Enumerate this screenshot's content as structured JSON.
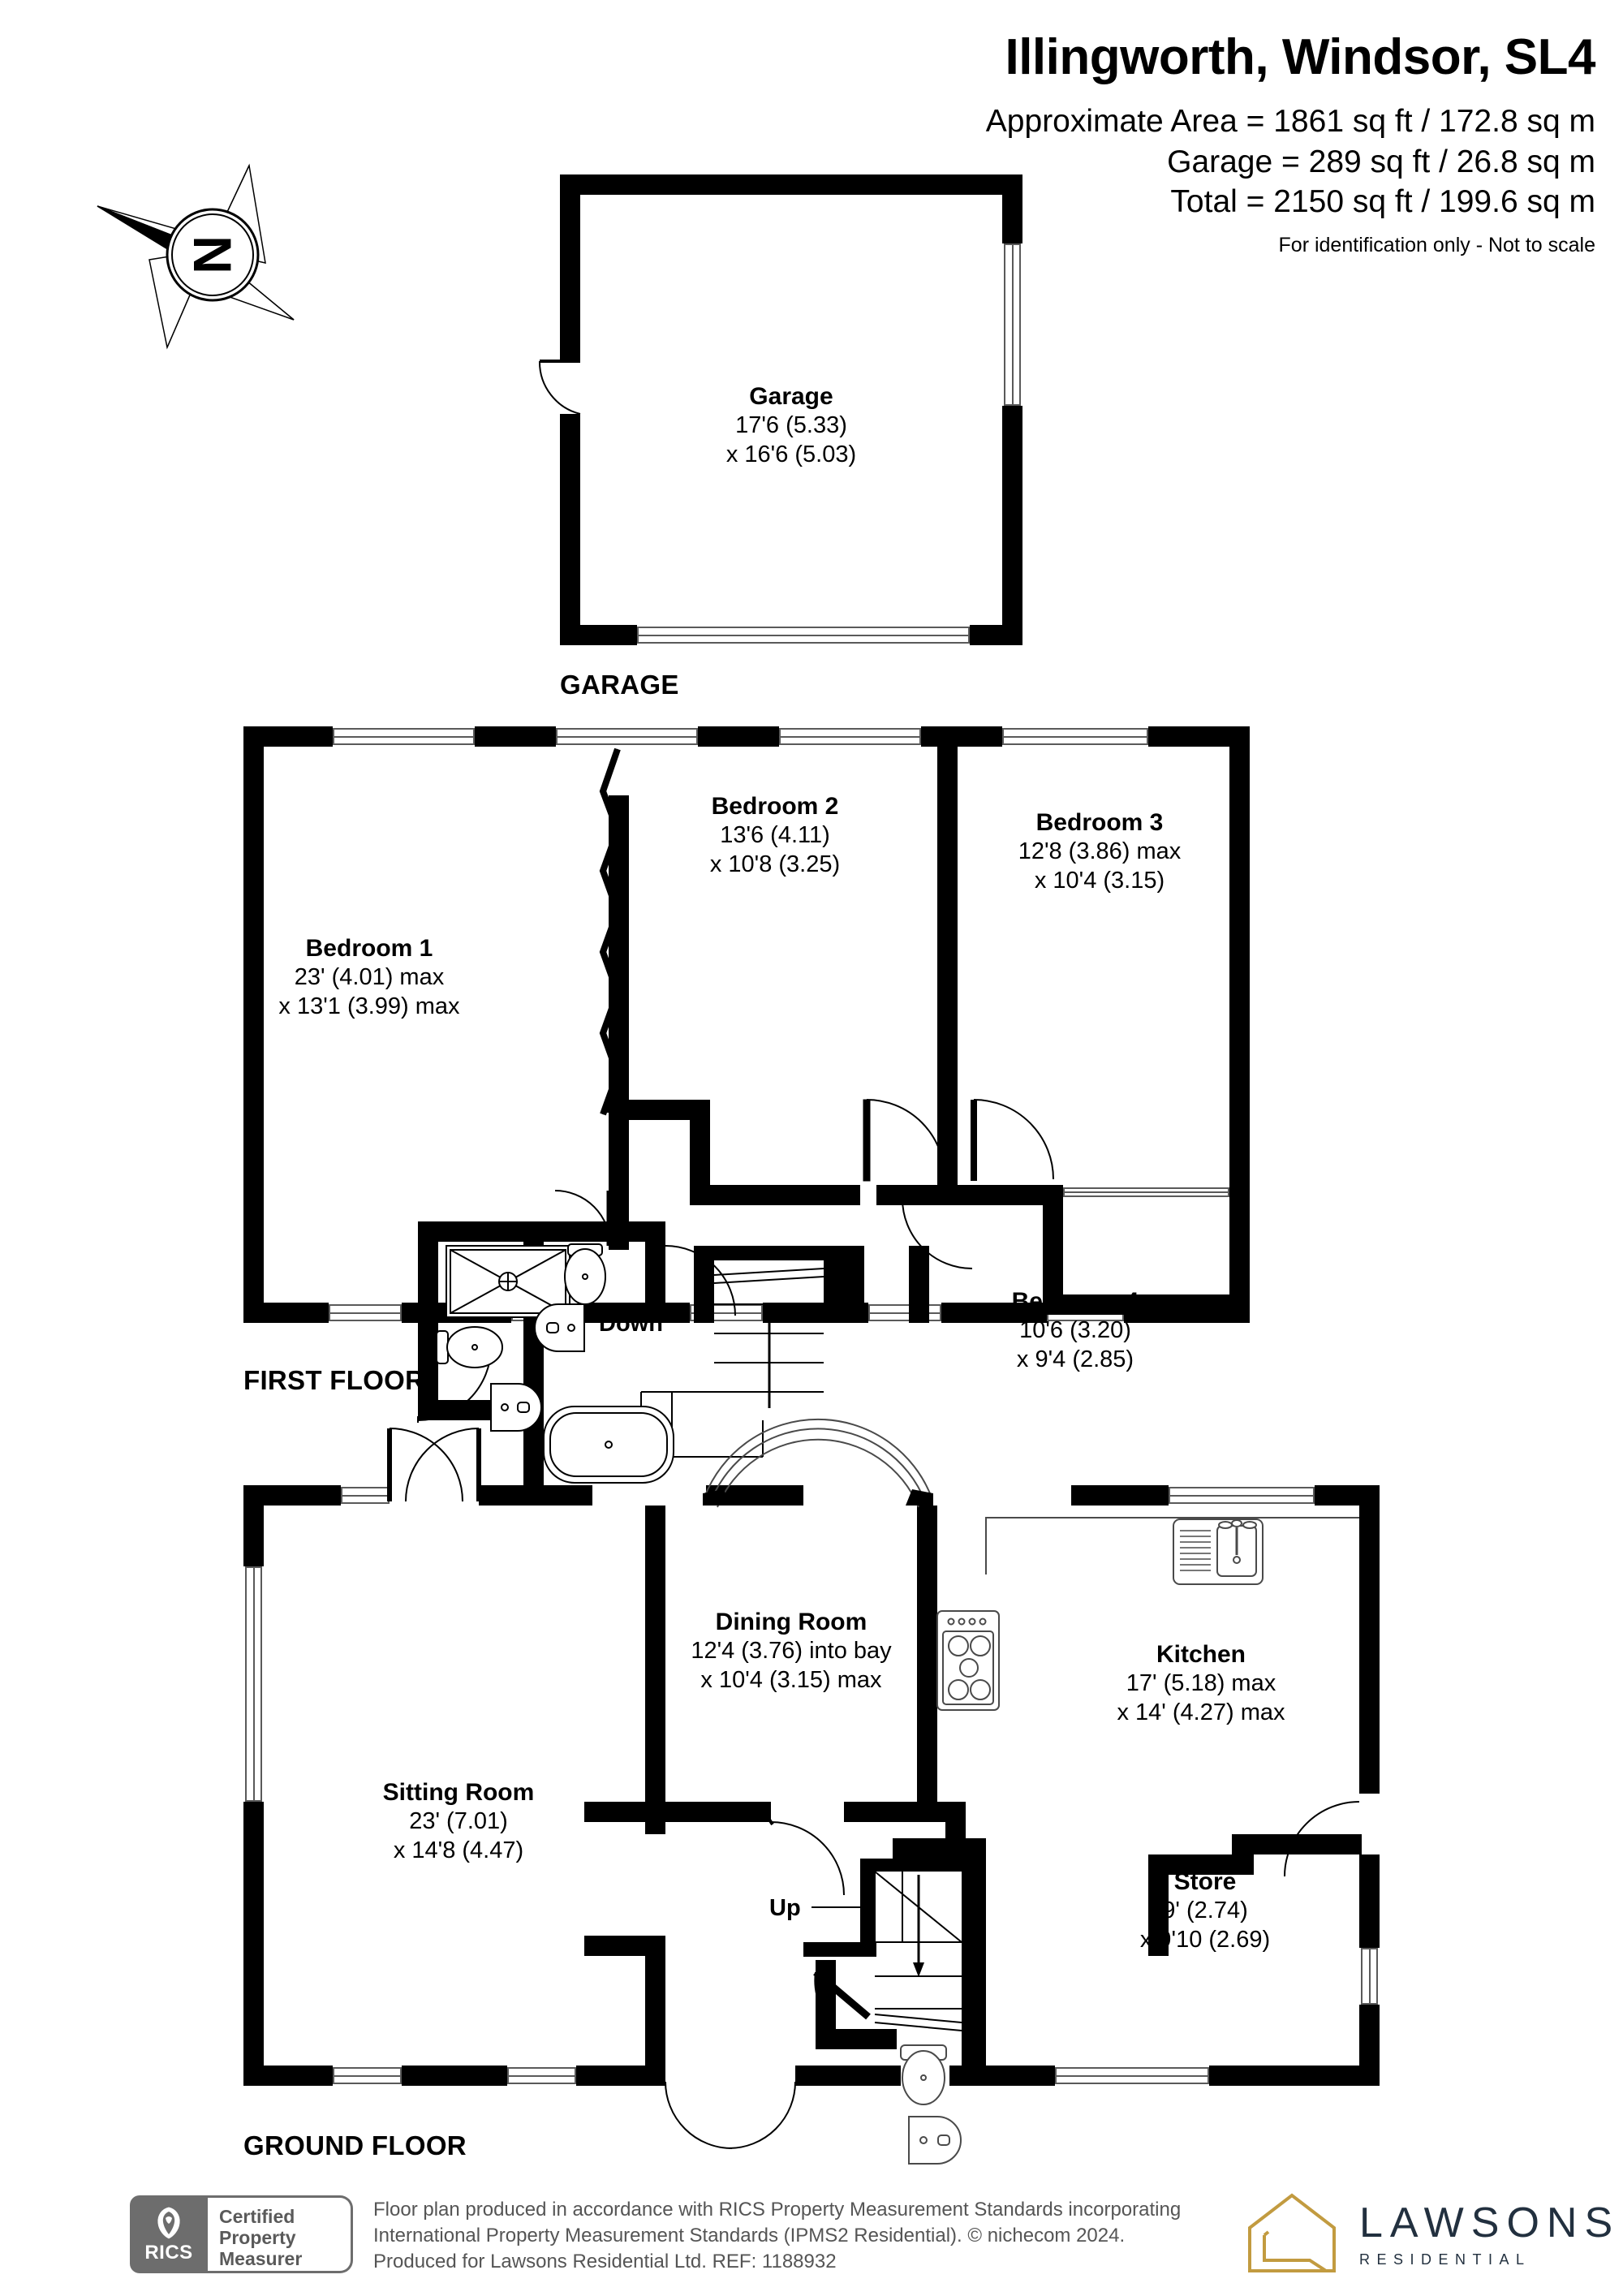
{
  "header": {
    "title": "Illingworth, Windsor, SL4",
    "area_line1": "Approximate Area = 1861 sq ft / 172.8 sq m",
    "area_line2": "Garage = 289 sq ft / 26.8 sq m",
    "area_line3": "Total = 2150 sq ft / 199.6 sq m",
    "disclaimer": "For identification only - Not to scale"
  },
  "compass": {
    "north_letter": "N"
  },
  "floors": [
    {
      "id": "garage",
      "label": "GARAGE"
    },
    {
      "id": "first",
      "label": "FIRST FLOOR"
    },
    {
      "id": "ground",
      "label": "GROUND FLOOR"
    }
  ],
  "rooms": {
    "garage": {
      "name": "Garage",
      "dim1": "17'6 (5.33)",
      "dim2": "x 16'6 (5.03)"
    },
    "bedroom1": {
      "name": "Bedroom 1",
      "dim1": "23' (4.01) max",
      "dim2": "x 13'1 (3.99) max"
    },
    "bedroom2": {
      "name": "Bedroom 2",
      "dim1": "13'6 (4.11)",
      "dim2": "x 10'8 (3.25)"
    },
    "bedroom3": {
      "name": "Bedroom 3",
      "dim1": "12'8 (3.86) max",
      "dim2": "x 10'4 (3.15)"
    },
    "bedroom4": {
      "name": "Bedroom 4",
      "dim1": "10'6 (3.20)",
      "dim2": "x 9'4 (2.85)"
    },
    "sitting_room": {
      "name": "Sitting Room",
      "dim1": "23' (7.01)",
      "dim2": "x 14'8 (4.47)"
    },
    "dining_room": {
      "name": "Dining Room",
      "dim1": "12'4 (3.76) into bay",
      "dim2": "x 10'4 (3.15) max"
    },
    "kitchen": {
      "name": "Kitchen",
      "dim1": "17' (5.18) max",
      "dim2": "x 14' (4.27) max"
    },
    "store": {
      "name": "Store",
      "dim1": "9' (2.74)",
      "dim2": "x 9'10 (2.69)"
    }
  },
  "stairs": {
    "first_floor_label": "Down",
    "ground_floor_label": "Up"
  },
  "footer": {
    "rics_brand": "RICS",
    "rics_cert_line1": "Certified",
    "rics_cert_line2": "Property",
    "rics_cert_line3": "Measurer",
    "legal_line1": "Floor plan produced in accordance with RICS Property Measurement Standards incorporating",
    "legal_line2": "International Property Measurement Standards (IPMS2 Residential).   © nichecom 2024.",
    "legal_line3": "Produced for Lawsons Residential Ltd.   REF: 1188932",
    "agent_name": "LAWSONS",
    "agent_sub": "RESIDENTIAL"
  },
  "colors": {
    "wall": "#000000",
    "window_stroke": "#5a5a5a",
    "rics_grey": "#6d6d6d",
    "agent_gold": "#c29b40",
    "agent_navy": "#22303f"
  }
}
